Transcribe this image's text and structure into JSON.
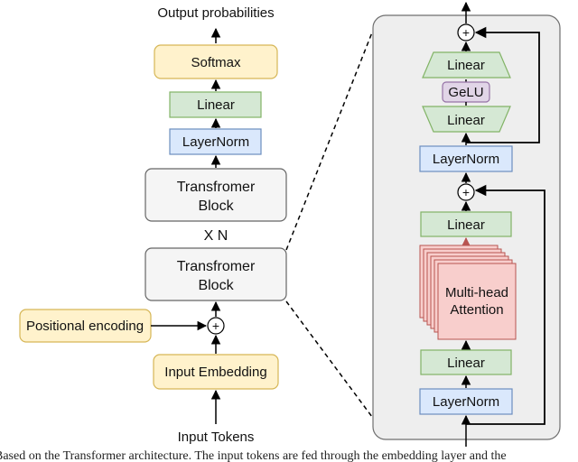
{
  "colors": {
    "yellow_fill": "#fff2cc",
    "yellow_stroke": "#d6b656",
    "green_fill": "#d5e8d4",
    "green_stroke": "#82b366",
    "blue_fill": "#dae8fc",
    "blue_stroke": "#6c8ebf",
    "gray_fill": "#f5f5f5",
    "gray_stroke": "#666666",
    "purple_fill": "#e1d5e7",
    "purple_stroke": "#9673a6",
    "red_fill": "#f8cecc",
    "red_stroke": "#b85450",
    "panel_fill": "#eeeeee",
    "panel_stroke": "#6f6f6f"
  },
  "left": {
    "output_label": "Output probabilities",
    "softmax": "Softmax",
    "linear": "Linear",
    "layernorm": "LayerNorm",
    "block_top": {
      "line1": "Transfromer",
      "line2": "Block"
    },
    "repeat_label": "X N",
    "block_bottom": {
      "line1": "Transfromer",
      "line2": "Block"
    },
    "positional": "Positional encoding",
    "plus": "+",
    "embedding": "Input Embedding",
    "input_label": "Input Tokens"
  },
  "right": {
    "plus_top": "+",
    "linear_top": "Linear",
    "gelu": "GeLU",
    "linear_mid": "Linear",
    "layernorm_top": "LayerNorm",
    "plus_mid": "+",
    "linear_attn_out": "Linear",
    "attention": {
      "line1": "Multi-head",
      "line2": "Attention"
    },
    "linear_attn_in": "Linear",
    "layernorm_bottom": "LayerNorm"
  },
  "caption": "Based on the Transformer architecture. The input tokens are fed through the embedding layer and the"
}
